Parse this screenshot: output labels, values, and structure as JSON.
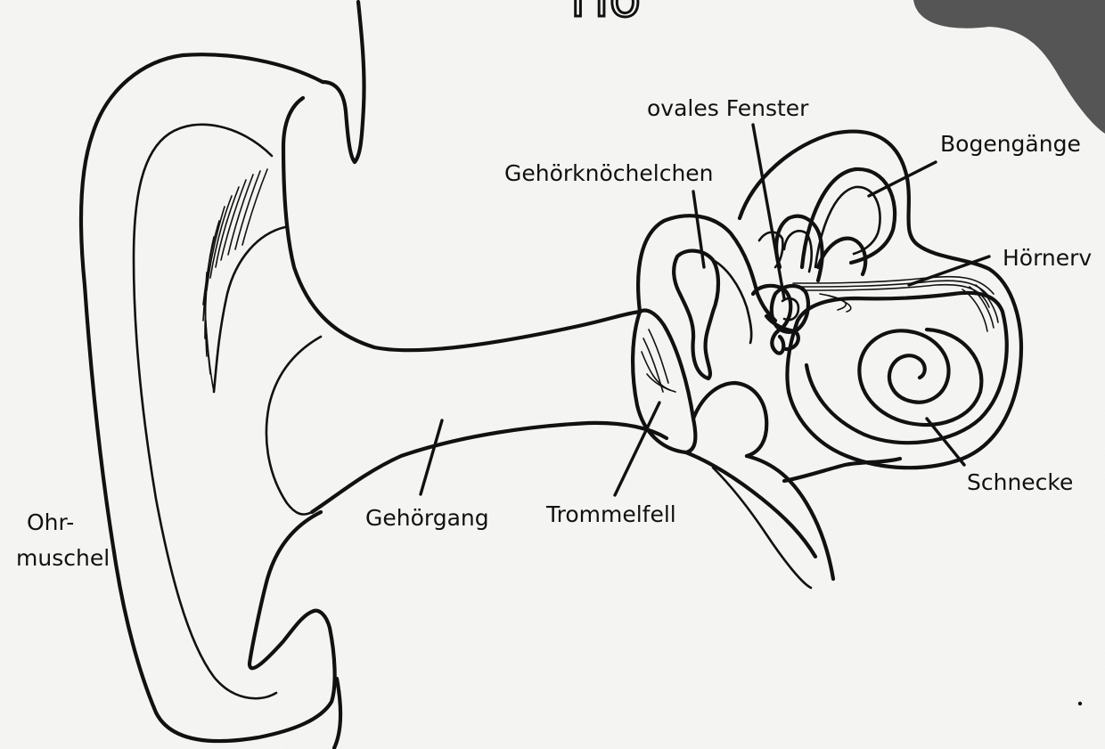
{
  "diagram": {
    "title_fragment": "Ho",
    "labels": {
      "ohrmuschel_line1": "Ohr-",
      "ohrmuschel_line2": "muschel",
      "gehoergang": "Gehörgang",
      "trommelfell": "Trommelfell",
      "gehoerknoechelchen": "Gehörknöchelchen",
      "ovales_fenster": "ovales Fenster",
      "bogengaenge": "Bogengänge",
      "hoernerv": "Hörnerv",
      "schnecke": "Schnecke"
    }
  }
}
